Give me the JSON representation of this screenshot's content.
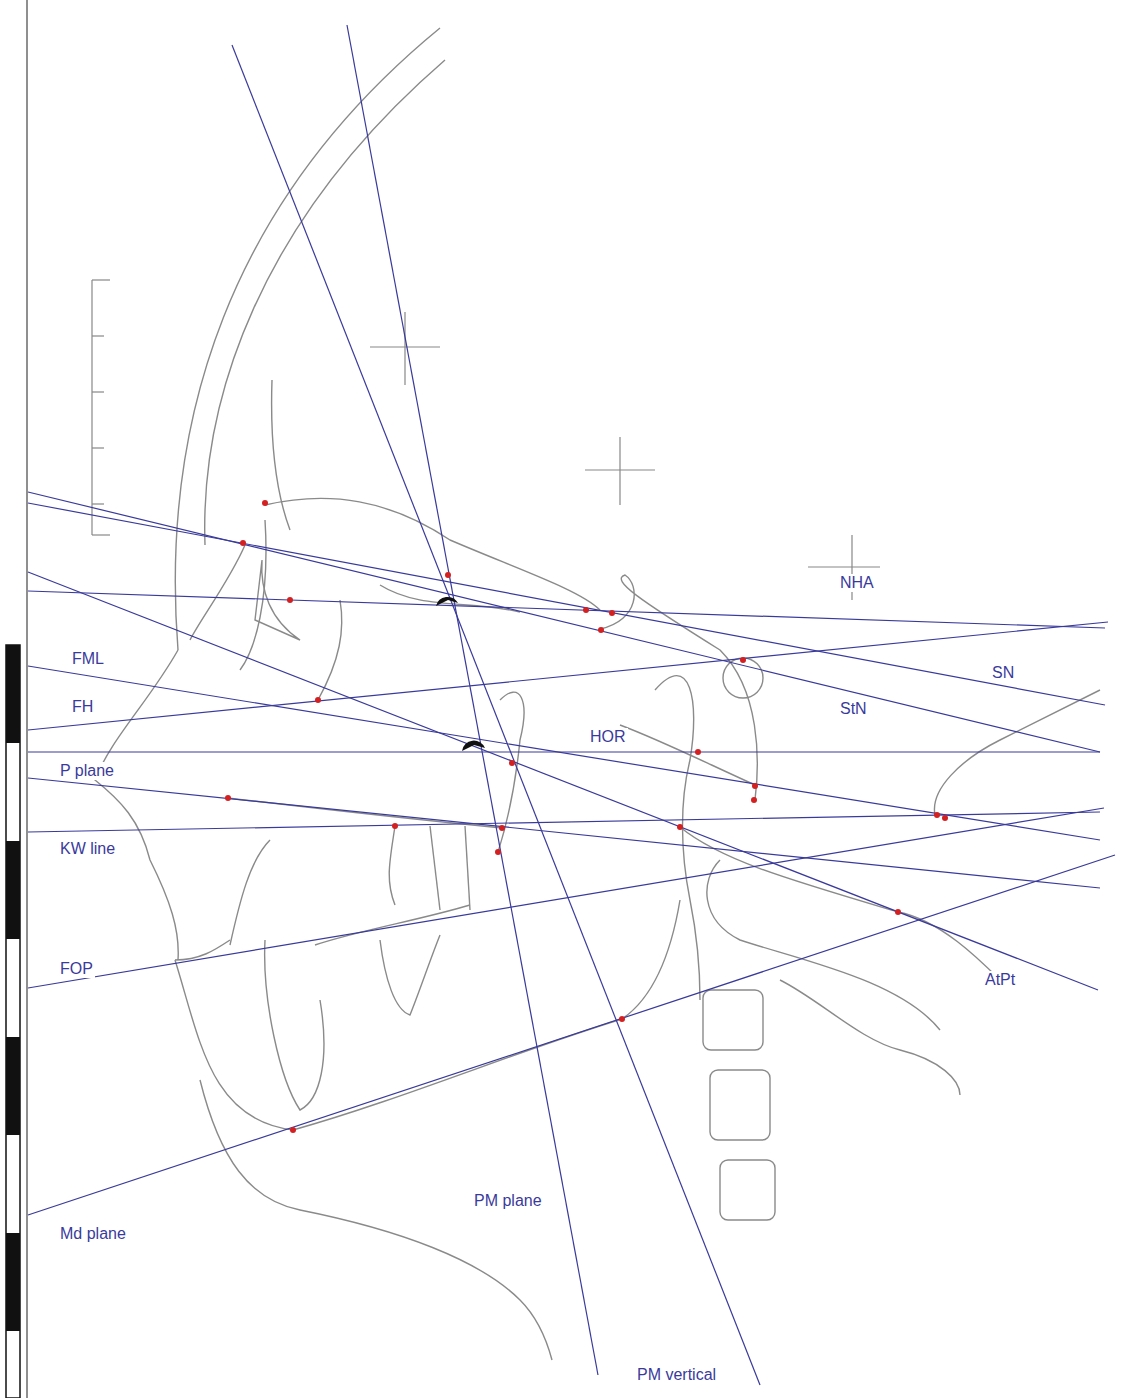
{
  "diagram": {
    "labels": [
      "NHA",
      "SN",
      "FML",
      "StN",
      "FH",
      "HOR",
      "P plane",
      "KW line",
      "AtPt",
      "FOP",
      "PM plane",
      "Md plane",
      "PM vertical"
    ]
  }
}
